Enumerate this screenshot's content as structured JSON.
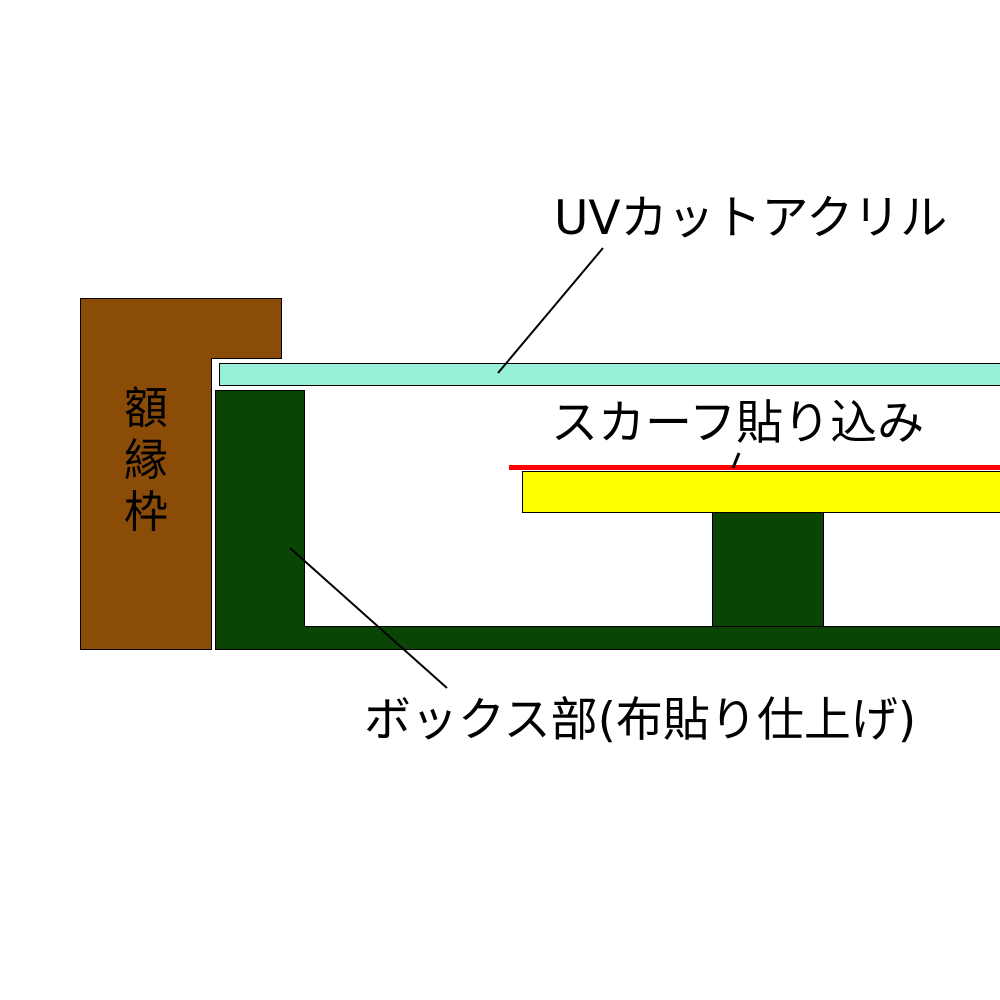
{
  "diagram": {
    "type": "cross-section",
    "labels": {
      "frame": "額縁枠",
      "acrylic": "UVカットアクリル",
      "scarf": "スカーフ貼り込み",
      "box": "ボックス部(布貼り仕上げ)"
    },
    "colors": {
      "frame": "#8B4C08",
      "acrylic": "#98F0D8",
      "box": "#0B4506",
      "scarf_line": "#FF0000",
      "mount_board": "#FFFF00",
      "outline": "#000000"
    }
  }
}
